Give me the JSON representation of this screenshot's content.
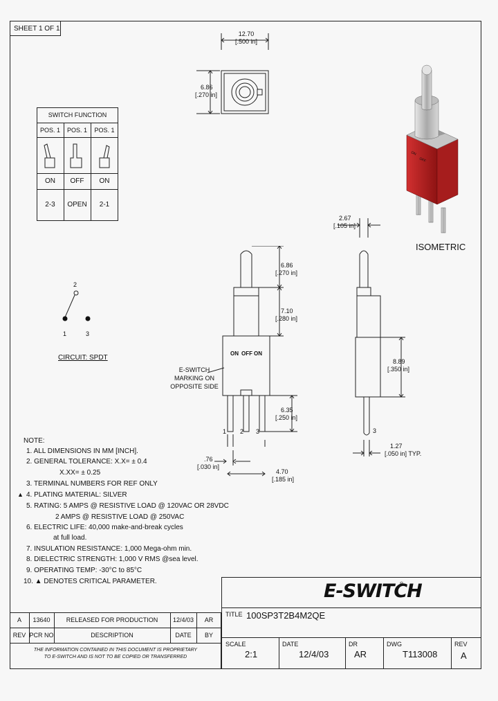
{
  "sheet": "SHEET 1 OF 1",
  "switch_function": {
    "header": "SWITCH FUNCTION",
    "positions": [
      "POS. 1",
      "POS. 1",
      "POS. 1"
    ],
    "states": [
      "ON",
      "OFF",
      "ON"
    ],
    "connections": [
      "2-3",
      "OPEN",
      "2-1"
    ]
  },
  "circuit": {
    "label": "CIRCUIT: SPDT",
    "terminals": {
      "t1": "1",
      "t2": "2",
      "t3": "3"
    }
  },
  "isometric_label": "ISOMETRIC",
  "isometric_side_text": [
    "ON",
    "OFF"
  ],
  "front_view": {
    "markings": [
      "ON",
      "OFF",
      "ON"
    ],
    "terminals": [
      "1",
      "2",
      "3"
    ],
    "callout": [
      "E-SWITCH",
      "MARKING ON",
      "OPPOSITE SIDE"
    ]
  },
  "side_view": {
    "terminal": "3"
  },
  "dimensions": {
    "top_width": [
      "12.70",
      "[.500 in]"
    ],
    "top_height": [
      "6.86",
      "[.270 in]"
    ],
    "toggle_len": [
      "6.86",
      "[.270 in]"
    ],
    "bushing_len": [
      "7.10",
      "[.280 in]"
    ],
    "body_height": [
      "8.89",
      "[.350 in]"
    ],
    "terminal_len": [
      "6.35",
      "[.250 in]"
    ],
    "bushing_dia": [
      "2.67",
      "[.105 in]"
    ],
    "pin_width": [
      ".76",
      "[.030 in]"
    ],
    "pin_spacing": [
      "4.70",
      "[.185 in]"
    ],
    "pin_pitch": [
      "1.27",
      "[.050 in]",
      "TYP."
    ]
  },
  "notes": {
    "header": "NOTE:",
    "lines": [
      "1. ALL DIMENSIONS IN MM [INCH].",
      "2. GENERAL TOLERANCE: X.X= ± 0.4",
      "X.XX= ± 0.25",
      "3. TERMINAL NUMBERS FOR REF ONLY",
      "4. PLATING MATERIAL: SILVER",
      "5. RATING: 5 AMPS @ RESISTIVE LOAD @ 120VAC OR 28VDC",
      "2 AMPS @ RESISTIVE LOAD @ 250VAC",
      "6. ELECTRIC LIFE: 40,000 make-and-break cycles",
      "at full load.",
      "7. INSULATION RESISTANCE: 1,000 Mega-ohm min.",
      "8. DIELECTRIC STRENGTH: 1,000 V RMS @sea level.",
      "9. OPERATING TEMP: -30°C to 85°C",
      "10. ▲ DENOTES CRITICAL PARAMETER."
    ]
  },
  "logo": "E-SWITCH",
  "logo_mark": "®",
  "title_block": {
    "title_label": "TITLE",
    "title": "100SP3T2B4M2QE",
    "scale_label": "SCALE",
    "scale": "2:1",
    "date_label": "DATE",
    "date": "12/4/03",
    "dr_label": "DR",
    "dr": "AR",
    "dwg_label": "DWG",
    "dwg": "T113008",
    "rev_label": "REV",
    "rev": "A"
  },
  "revision_table": {
    "headers": [
      "REV",
      "PCR NO",
      "DESCRIPTION",
      "DATE",
      "BY"
    ],
    "rows": [
      [
        "A",
        "13640",
        "RELEASED FOR PRODUCTION",
        "12/4/03",
        "AR"
      ]
    ]
  },
  "proprietary": [
    "THE INFORMATION CONTAINED IN THIS DOCUMENT IS PROPRIETARY",
    "TO E-SWITCH AND IS NOT TO BE COPIED OR TRANSFERRED"
  ],
  "colors": {
    "body_red": "#b81e1e",
    "metal": "#c9c9c9",
    "line": "#222222"
  }
}
